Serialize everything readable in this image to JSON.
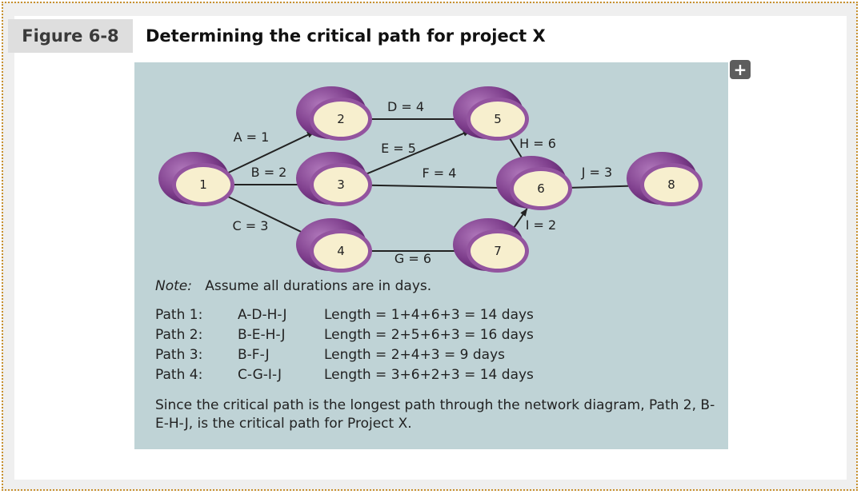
{
  "figure": {
    "label": "Figure 6-8",
    "title": "Determining the critical path for project X"
  },
  "expand_button": {
    "label": "+"
  },
  "diagram": {
    "nodes": [
      {
        "id": "1",
        "label": "1"
      },
      {
        "id": "2",
        "label": "2"
      },
      {
        "id": "3",
        "label": "3"
      },
      {
        "id": "4",
        "label": "4"
      },
      {
        "id": "5",
        "label": "5"
      },
      {
        "id": "6",
        "label": "6"
      },
      {
        "id": "7",
        "label": "7"
      },
      {
        "id": "8",
        "label": "8"
      }
    ],
    "edges": [
      {
        "from": "1",
        "to": "2",
        "label": "A = 1"
      },
      {
        "from": "1",
        "to": "3",
        "label": "B = 2"
      },
      {
        "from": "1",
        "to": "4",
        "label": "C = 3"
      },
      {
        "from": "2",
        "to": "5",
        "label": "D = 4"
      },
      {
        "from": "3",
        "to": "5",
        "label": "E = 5"
      },
      {
        "from": "3",
        "to": "6",
        "label": "F = 4"
      },
      {
        "from": "4",
        "to": "7",
        "label": "G = 6"
      },
      {
        "from": "5",
        "to": "6",
        "label": "H = 6"
      },
      {
        "from": "7",
        "to": "6",
        "label": "I = 2"
      },
      {
        "from": "6",
        "to": "8",
        "label": "J = 3"
      }
    ],
    "colors": {
      "node_dark": "#5e2770",
      "node_mid": "#93549f",
      "node_face": "#f7efce",
      "edge": "#222222",
      "background": "#bfd3d6"
    }
  },
  "note": {
    "prefix": "Note:",
    "text": "Assume all durations are in days."
  },
  "paths": [
    {
      "name": "Path 1:",
      "sequence": "A-D-H-J",
      "length": "Length = 1+4+6+3 = 14 days"
    },
    {
      "name": "Path 2:",
      "sequence": "B-E-H-J",
      "length": "Length = 2+5+6+3 = 16 days"
    },
    {
      "name": "Path 3:",
      "sequence": "B-F-J",
      "length": "Length = 2+4+3 = 9 days"
    },
    {
      "name": "Path 4:",
      "sequence": "C-G-I-J",
      "length": "Length = 3+6+2+3 = 14 days"
    }
  ],
  "conclusion": "Since the critical path is the longest path through the network diagram, Path 2, B-E-H-J, is the critical path for Project X."
}
